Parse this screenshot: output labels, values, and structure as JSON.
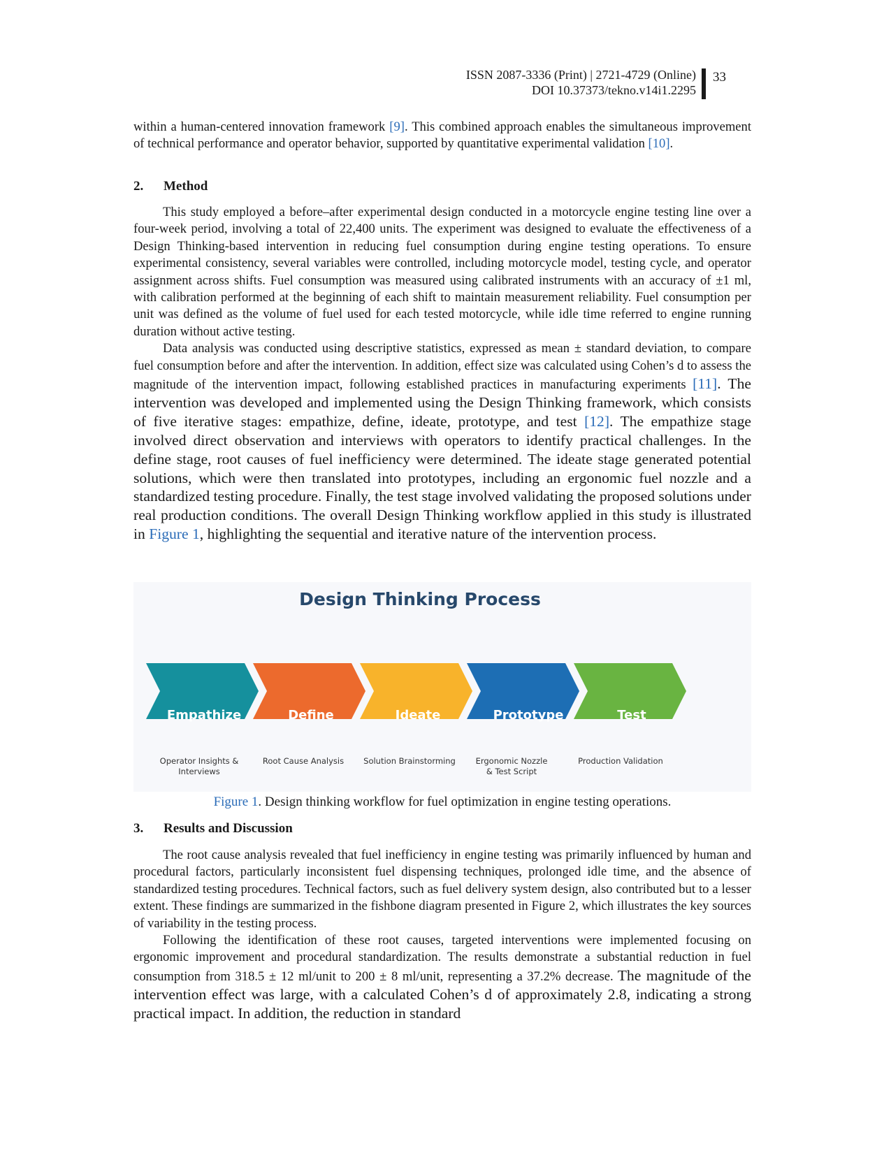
{
  "header": {
    "issn": "ISSN 2087-3336 (Print) | 2721-4729 (Online)",
    "doi": "DOI 10.37373/tekno.v14i1.2295",
    "page_number": "33"
  },
  "intro": {
    "text1": "within a human-centered innovation framework ",
    "ref1": "[9]",
    "text2": ". This combined approach enables the simultaneous improvement of technical performance and operator behavior, supported by quantitative experimental validation ",
    "ref2": "[10]",
    "text3": "."
  },
  "method": {
    "number": "2.",
    "heading": "Method",
    "para1": "This study employed a before–after experimental design conducted in a motorcycle engine testing line over a four-week period, involving a total of 22,400 units. The experiment was designed to evaluate the effectiveness of a Design Thinking-based intervention in reducing fuel consumption during engine testing operations. To ensure experimental consistency, several variables were controlled, including motorcycle model, testing cycle, and operator assignment across shifts. Fuel consumption was measured using calibrated instruments with an accuracy of ±1 ml, with calibration performed at the beginning of each shift to maintain measurement reliability. Fuel consumption per unit was defined as the volume of fuel used for each tested motorcycle, while idle time referred to engine running duration without active testing.",
    "para2_small": "Data analysis was conducted using descriptive statistics, expressed as mean ± standard deviation, to compare fuel consumption before and after the intervention. In addition, effect size was calculated using Cohen’s d to assess the magnitude of the intervention impact, following established practices in manufacturing experiments ",
    "ref11": "[11]",
    "para2_large1": ". The intervention was developed and implemented using the Design Thinking framework, which consists of five iterative stages: empathize, define, ideate, prototype, and test ",
    "ref12": "[12]",
    "para2_large2": ". The empathize stage involved direct observation and interviews with operators to identify practical challenges. In the define stage, root causes of fuel inefficiency were determined. The ideate stage generated potential solutions, which were then translated into prototypes, including an ergonomic fuel nozzle and a standardized testing procedure. Finally, the test stage involved validating the proposed solutions under real production conditions. The overall Design Thinking workflow applied in this study is illustrated in ",
    "fig_ref": "Figure 1",
    "para2_large3": ", highlighting the sequential and iterative nature of the intervention process."
  },
  "figure": {
    "title": "Design Thinking Process",
    "steps": [
      {
        "label": "Empathize",
        "sub1": "Operator Insights &",
        "sub2": "Interviews",
        "color": "#15909d"
      },
      {
        "label": "Define",
        "sub1": "Root Cause Analysis",
        "sub2": "",
        "color": "#ec6a2d"
      },
      {
        "label": "Ideate",
        "sub1": "Solution Brainstorming",
        "sub2": "",
        "color": "#f8b32b"
      },
      {
        "label": "Prototype",
        "sub1": "Ergonomic Nozzle",
        "sub2": "& Test Script",
        "color": "#1d6eb4"
      },
      {
        "label": "Test",
        "sub1": "Production Validation",
        "sub2": "",
        "color": "#69b441"
      }
    ],
    "caption_ref": "Figure 1",
    "caption_text": ". Design thinking workflow for fuel optimization in engine testing operations."
  },
  "results": {
    "number": "3.",
    "heading": "Results and Discussion",
    "para1": "The root cause analysis revealed that fuel inefficiency in engine testing was primarily influenced by human and procedural factors, particularly inconsistent fuel dispensing techniques, prolonged idle time, and the absence of standardized testing procedures. Technical factors, such as fuel delivery system design, also contributed but to a lesser extent. These findings are summarized in the fishbone diagram presented in Figure 2, which illustrates the key sources of variability in the testing process.",
    "para2_small": "Following the identification of these root causes, targeted interventions were implemented focusing on ergonomic improvement and procedural standardization. The results demonstrate a substantial reduction in fuel consumption from 318.5 ± 12 ml/unit to 200 ± 8 ml/unit, representing a 37.2% decrease.",
    "para2_large": "The magnitude of the intervention effect was large, with a calculated Cohen’s d of approximately 2.8, indicating a strong practical impact. In addition, the reduction in standard"
  }
}
